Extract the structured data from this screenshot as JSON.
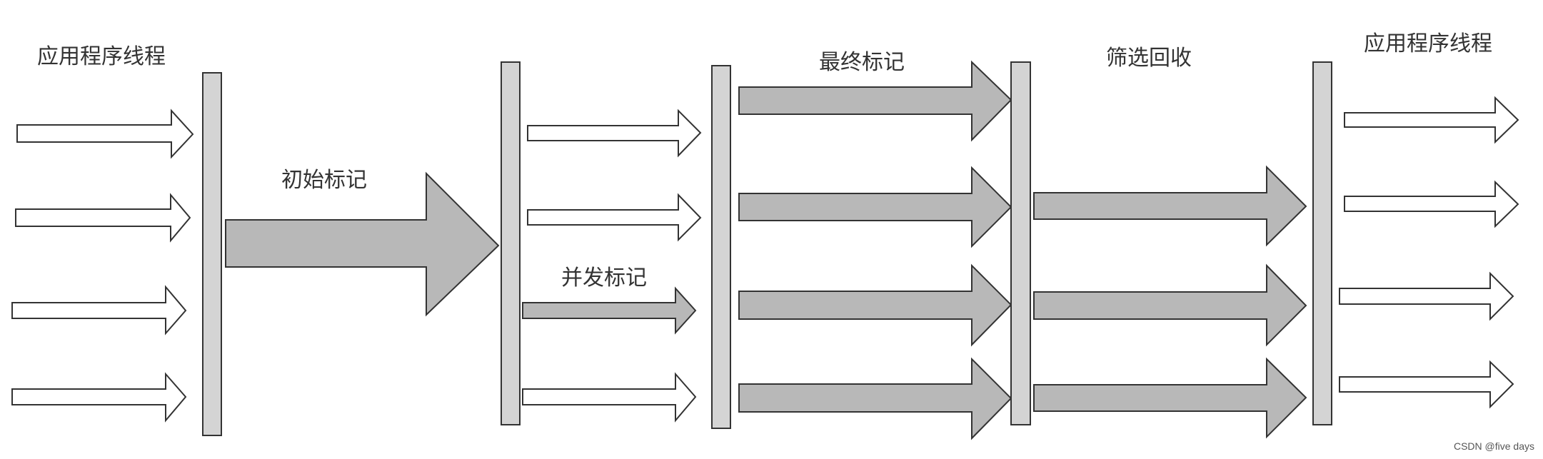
{
  "phases": {
    "app_threads_left": "应用程序线程",
    "initial_mark": "初始标记",
    "concurrent_mark": "并发标记",
    "final_mark": "最终标记",
    "cleanup": "筛选回收",
    "app_threads_right": "应用程序线程"
  },
  "watermark": "CSDN @five days",
  "colors": {
    "background": "#ffffff",
    "barrier_fill": "#d4d4d4",
    "gc_arrow_fill": "#b8b8b8",
    "app_arrow_fill": "#ffffff",
    "stroke": "#333333"
  }
}
